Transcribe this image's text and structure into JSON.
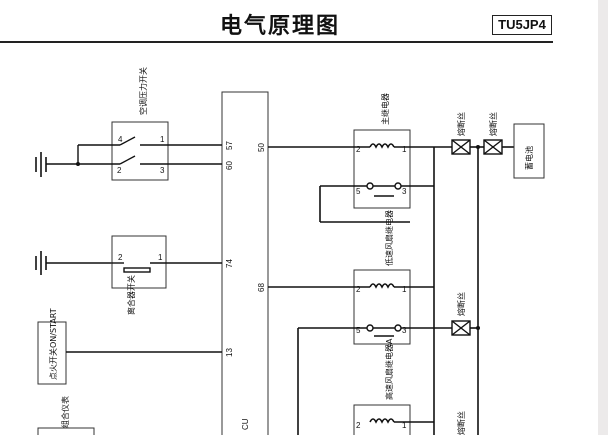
{
  "header": {
    "title": "电气原理图",
    "code": "TU5JP4"
  },
  "components": {
    "ac_pressure_switch": "空调压力开关",
    "clutch_switch": "离合器开关",
    "ignition_switch": "点火开关ON/START",
    "combination_meter": "组合仪表",
    "main_relay": "主继电器",
    "low_speed_fan_relay": "低速风扇继电器",
    "high_speed_fan_relay_a": "高速风扇继电器A",
    "fuse_1": "熔断丝",
    "fuse_2": "熔断丝",
    "fuse_3": "熔断丝",
    "fuse_4": "熔断丝",
    "battery": "蓄电池",
    "ecu_label": "CU"
  },
  "ecu_pins": {
    "p57": "57",
    "p60": "60",
    "p74": "74",
    "p13": "13",
    "p50": "50",
    "p68": "68"
  },
  "relay_pins": {
    "a2": "2",
    "a1": "1",
    "a5": "5",
    "a3": "3",
    "b2": "2",
    "b1": "1",
    "b5": "5",
    "b3": "3",
    "c2": "2",
    "c1": "1"
  },
  "switch_pins": {
    "s4": "4",
    "s1": "1",
    "s2": "2",
    "s3": "3",
    "c2": "2",
    "c1": "1"
  }
}
